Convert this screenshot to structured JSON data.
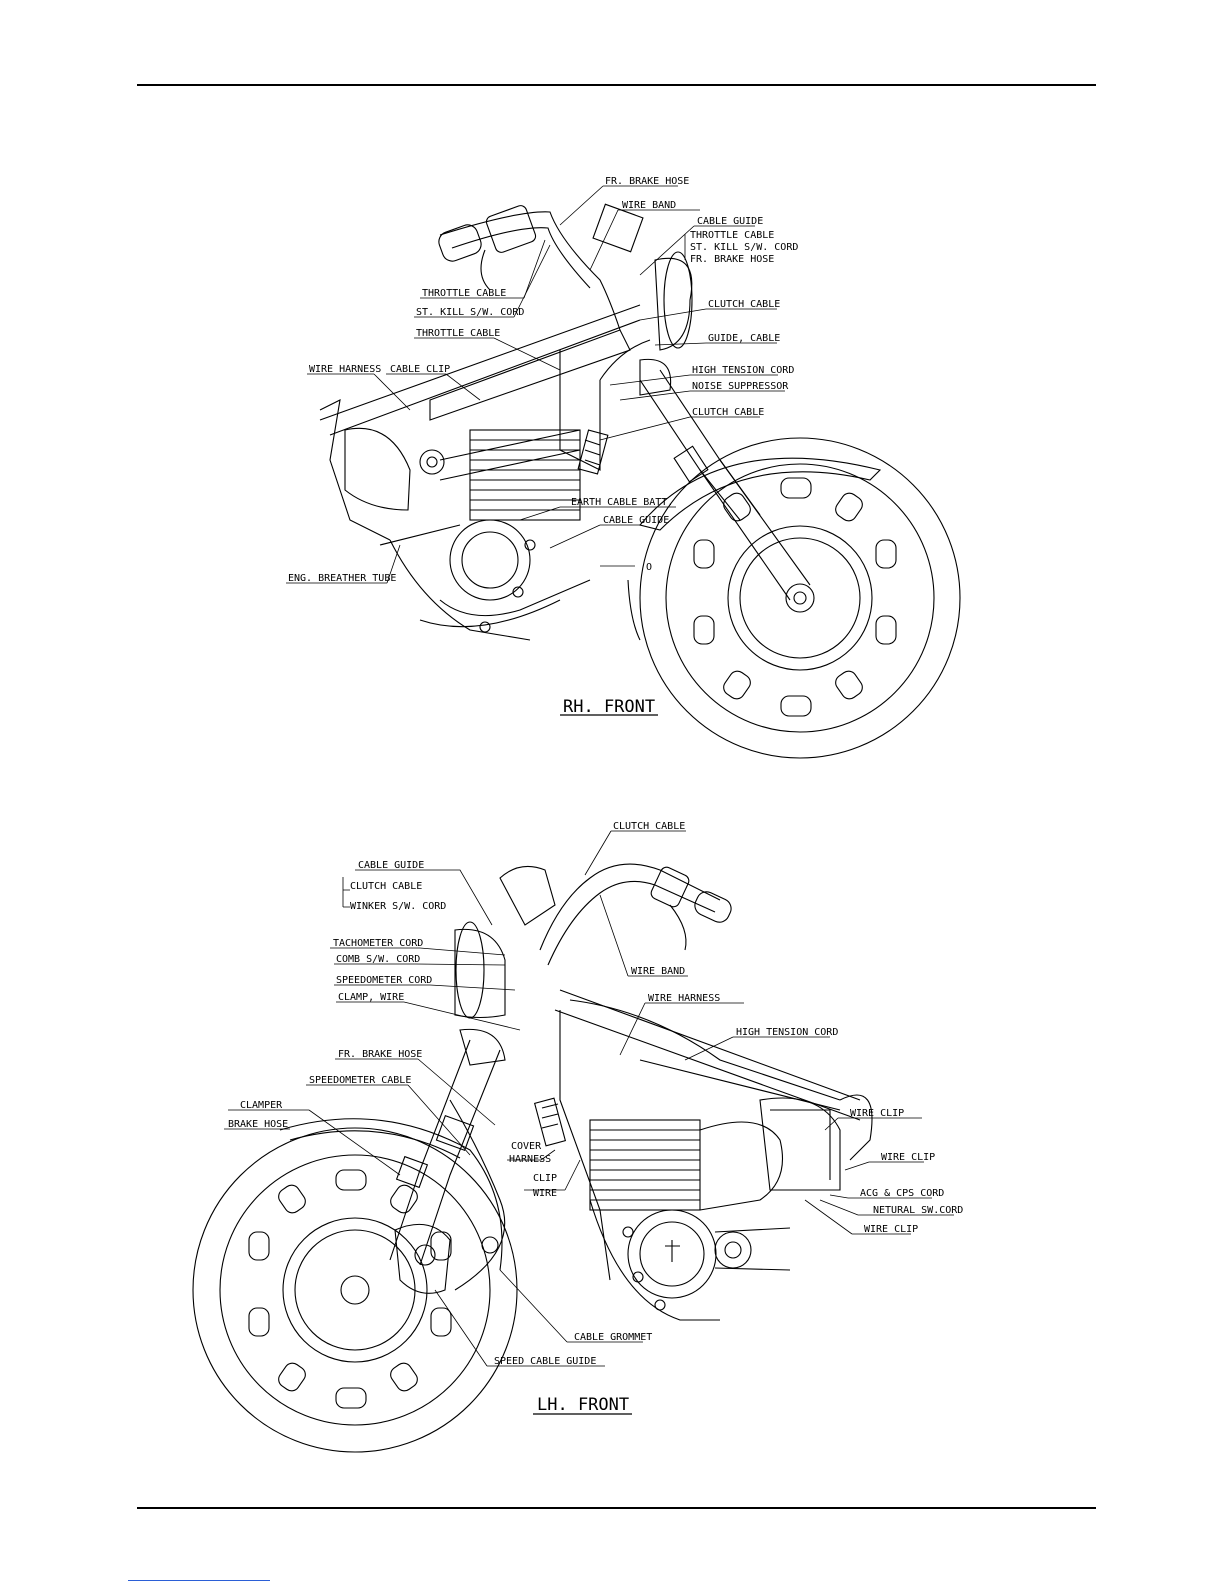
{
  "rh_front": {
    "title": "RH. FRONT",
    "labels": [
      "FR. BRAKE HOSE",
      "WIRE BAND",
      "CABLE GUIDE",
      "THROTTLE CABLE",
      "ST. KILL S/W. CORD",
      "FR. BRAKE HOSE",
      "THROTTLE CABLE",
      "ST. KILL S/W. CORD",
      "CLUTCH CABLE",
      "GUIDE, CABLE",
      "THROTTLE CABLE",
      "WIRE HARNESS",
      "CABLE CLIP",
      "HIGH TENSION CORD",
      "NOISE SUPPRESSOR",
      "CLUTCH CABLE",
      "EARTH CABLE BATT.",
      "CABLE GUIDE",
      "ENG. BREATHER TUBE"
    ],
    "marker": "O"
  },
  "lh_front": {
    "title": "LH. FRONT",
    "labels": [
      "CLUTCH CABLE",
      "CABLE GUIDE",
      "CLUTCH CABLE",
      "WINKER S/W. CORD",
      "TACHOMETER CORD",
      "COMB S/W. CORD",
      "SPEEDOMETER CORD",
      "CLAMP, WIRE",
      "WIRE BAND",
      "WIRE HARNESS",
      "HIGH TENSION CORD",
      "FR. BRAKE HOSE",
      "SPEEDOMETER CABLE",
      "CLAMPER",
      "BRAKE HOSE",
      "COVER",
      "HARNESS",
      "CLIP",
      "WIRE",
      "WIRE CLIP",
      "WIRE CLIP",
      "ACG & CPS CORD",
      "NETURAL SW.CORD",
      "WIRE CLIP",
      "CABLE GROMMET",
      "SPEED CABLE GUIDE"
    ]
  }
}
